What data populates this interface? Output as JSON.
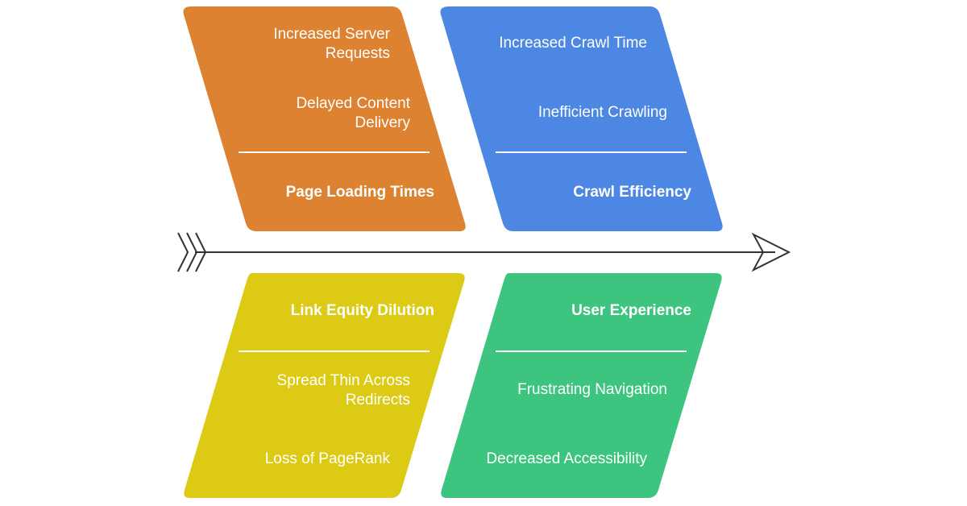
{
  "colors": {
    "orange": "#DD8230",
    "blue": "#4D87E4",
    "yellow": "#DCCA14",
    "green": "#3DC47F",
    "spine": "#333333",
    "divider": "#ffffff"
  },
  "categories": {
    "page_loading": {
      "head": "Page Loading Times",
      "causes": [
        "Increased Server Requests",
        "Delayed Content Delivery"
      ]
    },
    "crawl_efficiency": {
      "head": "Crawl Efficiency",
      "causes": [
        "Increased Crawl Time",
        "Inefficient Crawling"
      ]
    },
    "link_equity": {
      "head": "Link Equity Dilution",
      "causes": [
        "Spread Thin Across Redirects",
        "Loss of PageRank"
      ]
    },
    "user_experience": {
      "head": "User Experience",
      "causes": [
        "Frustrating Navigation",
        "Decreased Accessibility"
      ]
    }
  }
}
